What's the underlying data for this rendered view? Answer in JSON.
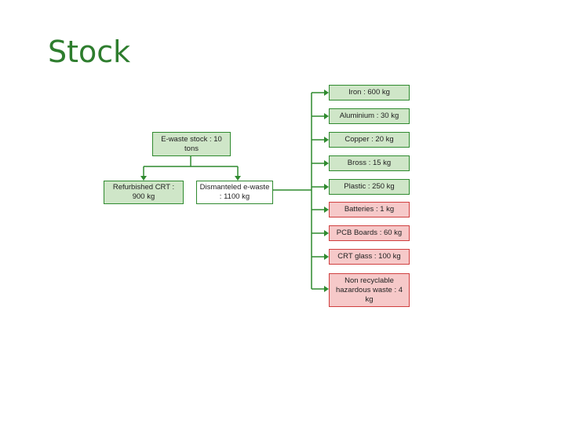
{
  "title": "Stock",
  "root": "E-waste stock : 10 tons",
  "children": {
    "refurbished": "Refurbished CRT : 900 kg",
    "dismantled": "Dismanteled e-waste : 1100 kg"
  },
  "outputs": [
    {
      "label": "Iron : 600 kg",
      "kind": "recyclable"
    },
    {
      "label": "Aluminium : 30 kg",
      "kind": "recyclable"
    },
    {
      "label": "Copper : 20 kg",
      "kind": "recyclable"
    },
    {
      "label": "Bross : 15 kg",
      "kind": "recyclable"
    },
    {
      "label": "Plastic : 250 kg",
      "kind": "recyclable"
    },
    {
      "label": "Batteries : 1 kg",
      "kind": "hazardous"
    },
    {
      "label": "PCB Boards : 60 kg",
      "kind": "hazardous"
    },
    {
      "label": "CRT glass : 100 kg",
      "kind": "hazardous"
    },
    {
      "label": "Non recyclable hazardous waste : 4 kg",
      "kind": "hazardous"
    }
  ],
  "colors": {
    "title": "#2e7d2e",
    "connector": "#2f8a2f",
    "recyclable_fill": "#cfe6c8",
    "hazardous_fill": "#f6c9c9"
  }
}
